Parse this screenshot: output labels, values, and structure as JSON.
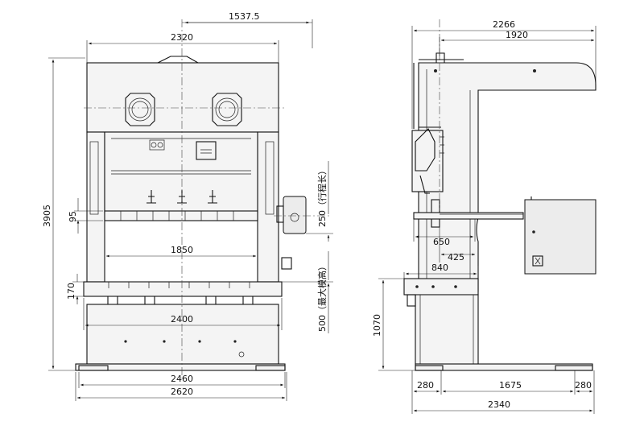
{
  "front_view": {
    "dims": {
      "d1537": "1537.5",
      "d2320": "2320",
      "d3905": "3905",
      "d95": "95",
      "d250": "250（行程长）",
      "d1850": "1850",
      "d170": "170",
      "d500": "500（最大模高）",
      "d2400": "2400",
      "d2460": "2460",
      "d2620": "2620"
    }
  },
  "side_view": {
    "dims": {
      "d2266": "2266",
      "d1920": "1920",
      "d650": "650",
      "d425": "425",
      "d840": "840",
      "d1070": "1070",
      "d280a": "280",
      "d1675": "1675",
      "d280b": "280",
      "d2340": "2340"
    }
  },
  "colors": {
    "line": "#111111",
    "fill": "#f4f4f4"
  }
}
